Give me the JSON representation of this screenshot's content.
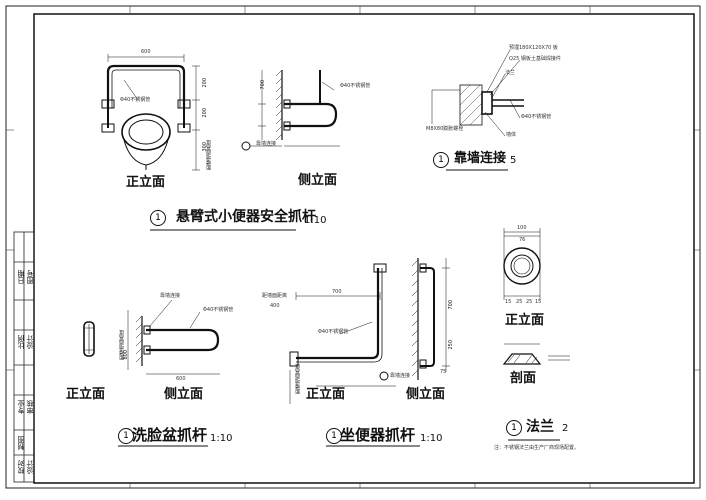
{
  "urinal": {
    "front_label": "正立面",
    "side_label": "侧立面",
    "title": "悬臂式小便器安全抓杆",
    "scale": "1:10",
    "circle": "1",
    "dims": [
      "600",
      "200",
      "200",
      "300",
      "700"
    ],
    "callouts": [
      "Φ40不锈钢管",
      "靠墙连接",
      "距楼地面高度"
    ]
  },
  "wall_conn": {
    "circle": "1",
    "title": "靠墙连接",
    "scale": "5",
    "callouts": [
      "预埋180X120X70 板",
      "Q25 钢板土基础焊接件",
      "法兰",
      "Φ40不锈钢管",
      "M8X80膨胀螺栓",
      "墙体"
    ]
  },
  "basin": {
    "front_label": "正立面",
    "side_label": "侧立面",
    "title": "洗脸盆抓杆",
    "scale": "1:10",
    "circle": "1",
    "callouts": [
      "靠墙连接",
      "Φ40不锈钢管",
      "距楼地面高度"
    ],
    "dims": [
      "600",
      "800"
    ]
  },
  "toilet": {
    "front_label": "正立面",
    "side_label": "侧立面",
    "title": "坐便器抓杆",
    "scale": "1:10",
    "circle": "1",
    "callouts": [
      "距墙面距离",
      "Φ40不锈钢管",
      "靠墙连接",
      "距楼地面高度"
    ],
    "dims": [
      "700",
      "400",
      "700",
      "250",
      "75"
    ]
  },
  "flange": {
    "front_label": "正立面",
    "section_label": "剖面",
    "title": "法兰",
    "scale": "2",
    "circle": "1",
    "note": "注：不锈钢法兰由生产厂商现场配置。",
    "dims": [
      "100",
      "76",
      "15",
      "25",
      "25",
      "15"
    ]
  },
  "title_block": {
    "cells": [
      "日期",
      "图号",
      "比例",
      "设计",
      "专业",
      "审核",
      "校对",
      "设计",
      "制图"
    ]
  }
}
